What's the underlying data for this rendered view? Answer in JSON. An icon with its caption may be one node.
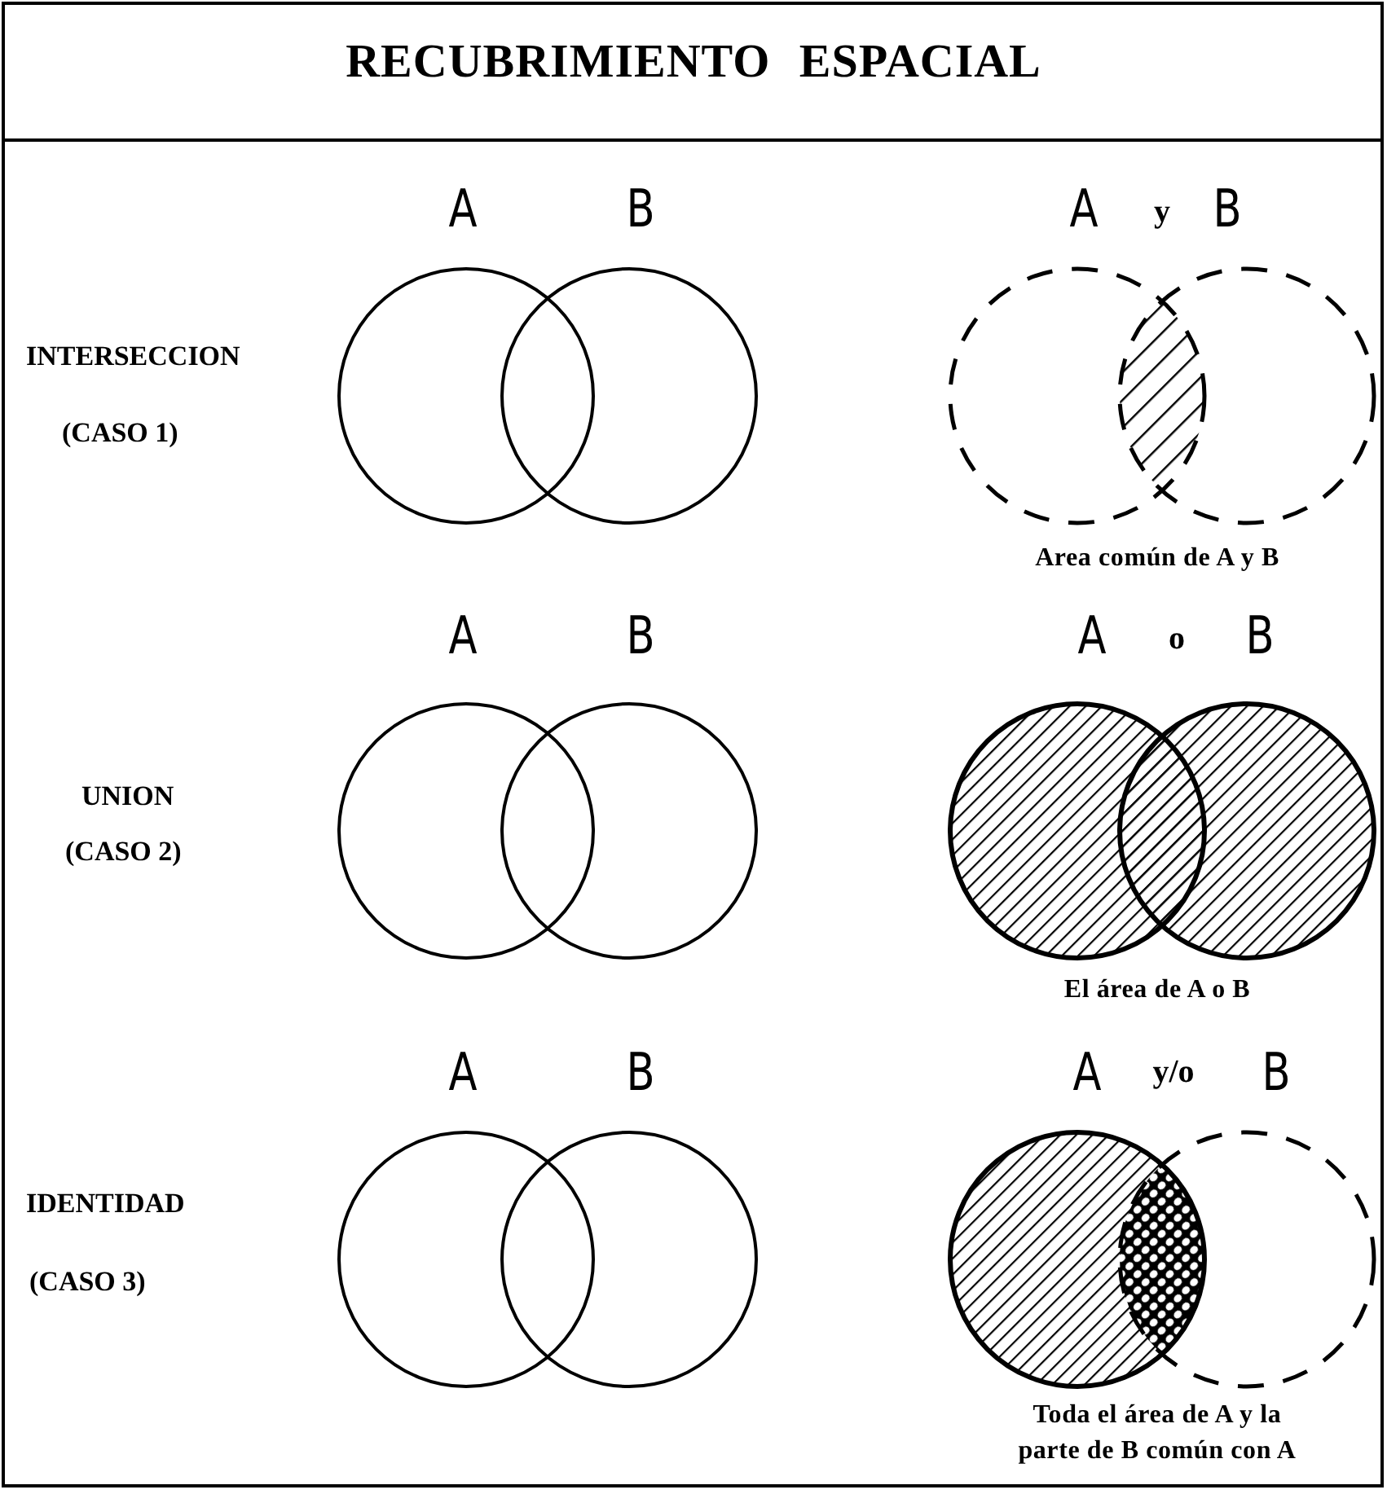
{
  "diagram": {
    "title": "RECUBRIMIENTO ESPACIAL",
    "labels": [
      "A",
      "B",
      "A",
      "y",
      "B",
      "INTERSECCION",
      "(CASO 1)",
      "Area común de A y B",
      "A",
      "B",
      "A",
      "o",
      "B",
      "UNION",
      "(CASO 2)",
      "El área de A o B",
      "A",
      "B",
      "A",
      "y/o",
      "B",
      "IDENTIDAD",
      "(CASO 3)",
      "Toda el área de A y la parte de B común con A"
    ]
  }
}
